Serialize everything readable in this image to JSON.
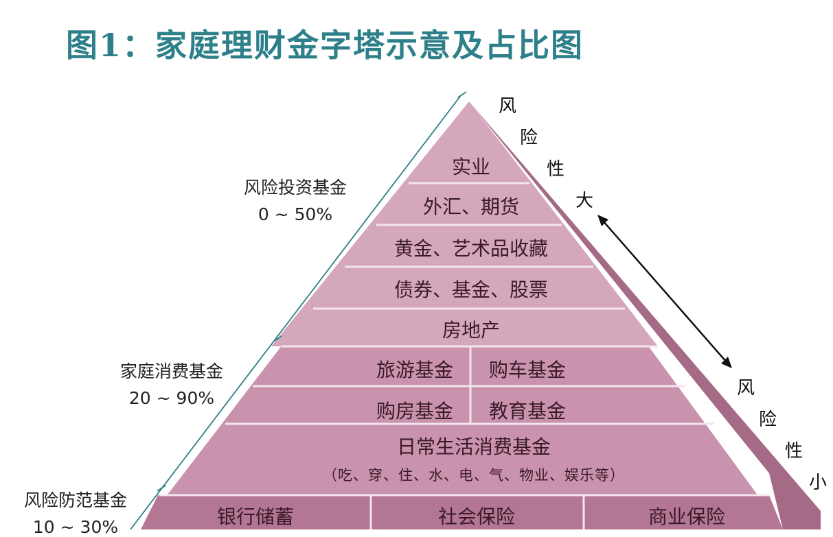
{
  "title": "图1：家庭理财金字塔示意及占比图",
  "colors": {
    "title": "#2d7f8a",
    "pyramid_fill": "#c993ad",
    "pyramid_top": "#d7a9be",
    "pyramid_side": "#a56b86",
    "bottom_row": "#b37693",
    "divider": "#f4e6ed"
  },
  "risk_high": [
    "风",
    "险",
    "性",
    "大"
  ],
  "risk_low": [
    "风",
    "险",
    "性",
    "小"
  ],
  "groups": [
    {
      "name": "风险投资基金",
      "range": "0 ~ 50%"
    },
    {
      "name": "家庭消费基金",
      "range": "20 ~ 90%"
    },
    {
      "name": "风险防范基金",
      "range": "10 ~ 30%"
    }
  ],
  "layers": {
    "l1": "实业",
    "l2": "外汇、期货",
    "l3": "黄金、艺术品收藏",
    "l4": "债券、基金、股票",
    "l5": "房地产",
    "l6a": "旅游基金",
    "l6b": "购车基金",
    "l7a": "购房基金",
    "l7b": "教育基金",
    "l8": "日常生活消费基金",
    "l8_sub": "（吃、穿、住、水、电、气、物业、娱乐等）",
    "l9a": "银行储蓄",
    "l9b": "社会保险",
    "l9c": "商业保险"
  }
}
